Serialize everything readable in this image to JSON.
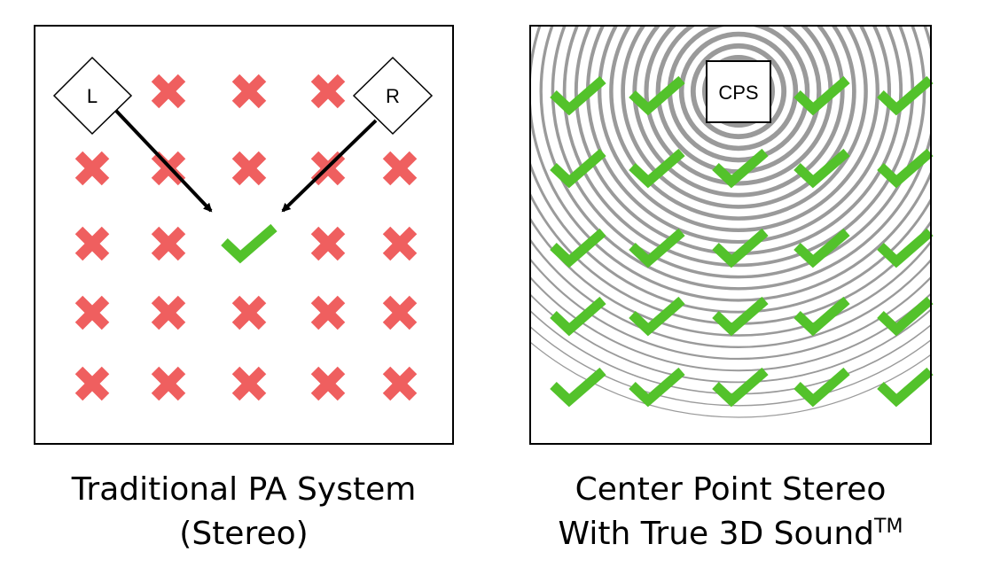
{
  "left_panel": {
    "speaker_left": "L",
    "speaker_right": "R",
    "caption_line1": "Traditional PA System",
    "caption_line2": "(Stereo)",
    "grid": [
      [
        "speaker",
        "x",
        "x",
        "x",
        "speaker"
      ],
      [
        "x",
        "x",
        "x",
        "x",
        "x"
      ],
      [
        "x",
        "x",
        "check",
        "x",
        "x"
      ],
      [
        "x",
        "x",
        "x",
        "x",
        "x"
      ],
      [
        "x",
        "x",
        "x",
        "x",
        "x"
      ]
    ]
  },
  "right_panel": {
    "source_label": "CPS",
    "caption_line1": "Center Point Stereo",
    "caption_line2": "With True 3D Sound",
    "caption_trademark": "TM",
    "grid": [
      [
        "check",
        "check",
        "source",
        "check",
        "check"
      ],
      [
        "check",
        "check",
        "check",
        "check",
        "check"
      ],
      [
        "check",
        "check",
        "check",
        "check",
        "check"
      ],
      [
        "check",
        "check",
        "check",
        "check",
        "check"
      ],
      [
        "check",
        "check",
        "check",
        "check",
        "check"
      ]
    ]
  },
  "colors": {
    "x_mark": "#ef5f5f",
    "check_mark": "#53c22b",
    "rings": "#9a9a9a",
    "frame": "#000000"
  }
}
